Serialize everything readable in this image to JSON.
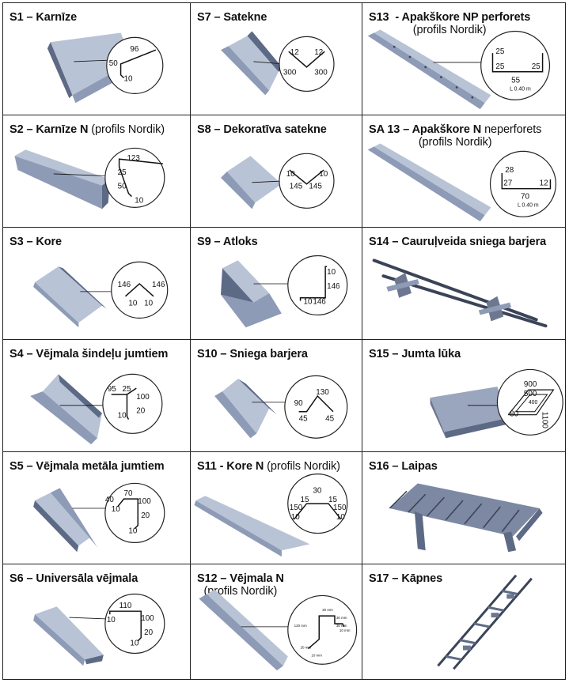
{
  "products": [
    {
      "code": "S1",
      "name": "Karnīze",
      "dims": [
        "96",
        "50",
        "10"
      ]
    },
    {
      "code": "S7",
      "name": "Satekne",
      "dims": [
        "12",
        "12",
        "300",
        "300"
      ]
    },
    {
      "code": "S13",
      "name": "Apakškore NP perforets",
      "sub": "(profils Nordik)",
      "dims": [
        "25",
        "25",
        "25",
        "55"
      ],
      "note": "L 0.40 m"
    },
    {
      "code": "S2",
      "name": "Karnīze N",
      "suffix": "(profils Nordik)",
      "dims": [
        "123",
        "25",
        "50",
        "10"
      ]
    },
    {
      "code": "S8",
      "name": "Dekoratīva satekne",
      "dims": [
        "10",
        "10",
        "145",
        "145"
      ]
    },
    {
      "code": "SA 13",
      "name": "Apakškore N",
      "suffix": "neperforets",
      "sub": "(profils Nordik)",
      "dims": [
        "28",
        "27",
        "12",
        "70"
      ],
      "note": "L 0.40 m"
    },
    {
      "code": "S3",
      "name": "Kore",
      "dims": [
        "146",
        "146",
        "10",
        "10"
      ]
    },
    {
      "code": "S9",
      "name": "Atloks",
      "dims": [
        "10",
        "146",
        "10",
        "146"
      ]
    },
    {
      "code": "S14",
      "name": "Cauruļveida sniega barjera"
    },
    {
      "code": "S4",
      "name": "Vējmala šindeļu jumtiem",
      "dims": [
        "95",
        "25",
        "100",
        "10",
        "20"
      ]
    },
    {
      "code": "S10",
      "name": "Sniega barjera",
      "dims": [
        "90",
        "130",
        "45",
        "45"
      ]
    },
    {
      "code": "S15",
      "name": "Jumta lūka",
      "dims": [
        "900",
        "500",
        "400",
        "1100",
        "80"
      ]
    },
    {
      "code": "S5",
      "name": "Vējmala metāla jumtiem",
      "dims": [
        "70",
        "40",
        "100",
        "10",
        "20",
        "10"
      ]
    },
    {
      "code": "S11",
      "name": "Kore N",
      "suffix": "(profils Nordik)",
      "dims": [
        "30",
        "15",
        "15",
        "150",
        "150",
        "10",
        "10"
      ]
    },
    {
      "code": "S16",
      "name": "Laipas"
    },
    {
      "code": "S6",
      "name": "Universāla vējmala",
      "dims": [
        "110",
        "10",
        "100",
        "10",
        "20"
      ]
    },
    {
      "code": "S12",
      "name": "Vējmala N",
      "sub": "(profils Nordik)",
      "dims": [
        "30 mm",
        "30 mm",
        "30 mm",
        "120 mm",
        "10 mm",
        "20 mm",
        "10 mm"
      ]
    },
    {
      "code": "S17",
      "name": "Kāpnes"
    }
  ],
  "colors": {
    "border": "#222222",
    "metal_light": "#b9c3d6",
    "metal_mid": "#8e9bb6",
    "metal_dark": "#5d6a86",
    "steel": "#3b4457"
  }
}
